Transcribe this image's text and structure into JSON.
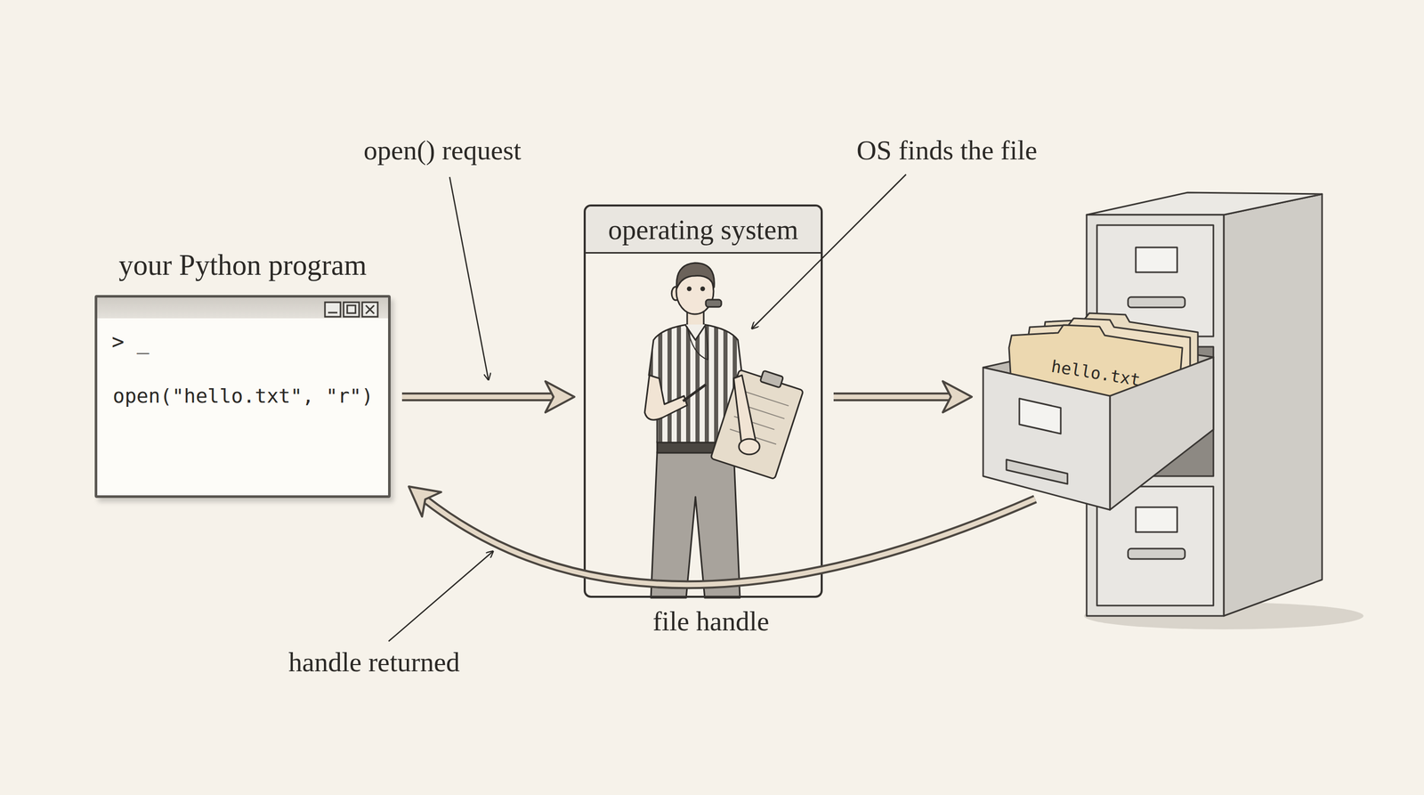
{
  "diagram": {
    "nodes": [
      {
        "text": [
          "your Python program",
          "> _",
          "open(\"hello.txt\", \"r\")"
        ]
      },
      {
        "text": [
          "operating system"
        ]
      },
      {
        "text": [
          "hello.txt"
        ]
      }
    ],
    "edges": [
      {
        "from": 0,
        "to": 1,
        "arrow": "to",
        "label": "open() request"
      },
      {
        "from": 1,
        "to": 2,
        "arrow": "to"
      },
      {
        "from": 2,
        "to": 0,
        "arrow": "to",
        "label": "handle returned"
      }
    ],
    "labels": [
      "OS finds the file",
      "file handle"
    ]
  }
}
